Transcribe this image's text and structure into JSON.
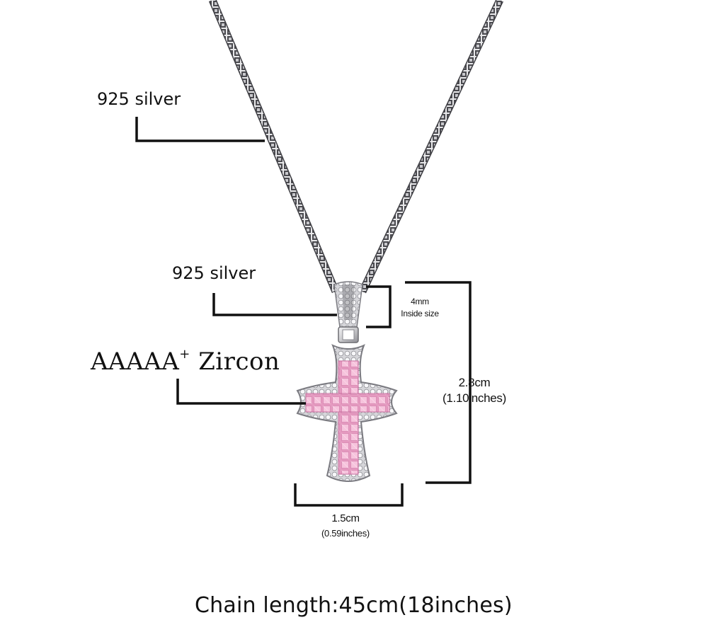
{
  "labels": {
    "chain_material": "925 silver",
    "bail_material": "925 silver",
    "zircon_main": "AAAAA",
    "zircon_sup": "+",
    "zircon_suffix": "Zircon",
    "bail_size": "4mm",
    "bail_size_note": "Inside size",
    "height_cm": "2.8cm",
    "height_in": "(1.10inches)",
    "width_cm": "1.5cm",
    "width_in": "(0.59inches)",
    "chain_length": "Chain length:45cm(18inches)"
  },
  "colors": {
    "background": "#ffffff",
    "metal": "#c9c9cc",
    "metal_dark": "#6d6d72",
    "stone_pink": "#f2b9d6",
    "lines": "#111111"
  }
}
